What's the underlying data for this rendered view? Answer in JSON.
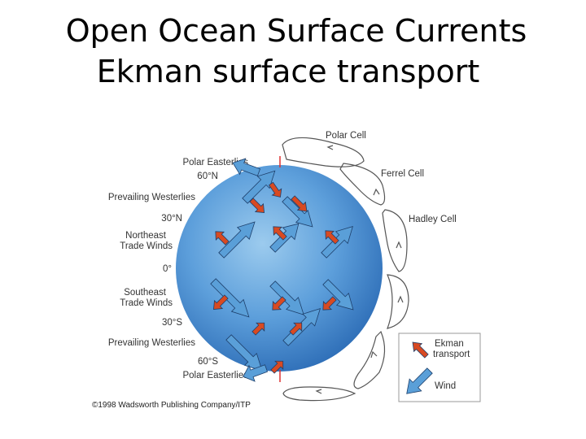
{
  "slide": {
    "title_line1": "Open Ocean Surface Currents",
    "title_line2": "Ekman surface transport"
  },
  "labels": {
    "polar_easterlies_top": "Polar Easterlies",
    "lat_60n": "60°N",
    "prevailing_westerlies_top": "Prevailing Westerlies",
    "lat_30n": "30°N",
    "ne_trade_line1": "Northeast",
    "ne_trade_line2": "Trade Winds",
    "lat_0": "0°",
    "se_trade_line1": "Southeast",
    "se_trade_line2": "Trade Winds",
    "lat_30s": "30°S",
    "prevailing_westerlies_bottom": "Prevailing Westerlies",
    "lat_60s": "60°S",
    "polar_easterlies_bottom": "Polar Easterlies",
    "polar_cell": "Polar Cell",
    "ferrel_cell": "Ferrel Cell",
    "hadley_cell": "Hadley Cell"
  },
  "legend": {
    "ekman_line1": "Ekman",
    "ekman_line2": "transport",
    "wind": "Wind"
  },
  "credit": "©1998 Wadsworth Publishing Company/ITP",
  "colors": {
    "globe_center": "#8ec3ea",
    "globe_edge": "#2f6fb8",
    "wind_arrow": "#5a9fd8",
    "ekman_arrow": "#d84a22"
  }
}
